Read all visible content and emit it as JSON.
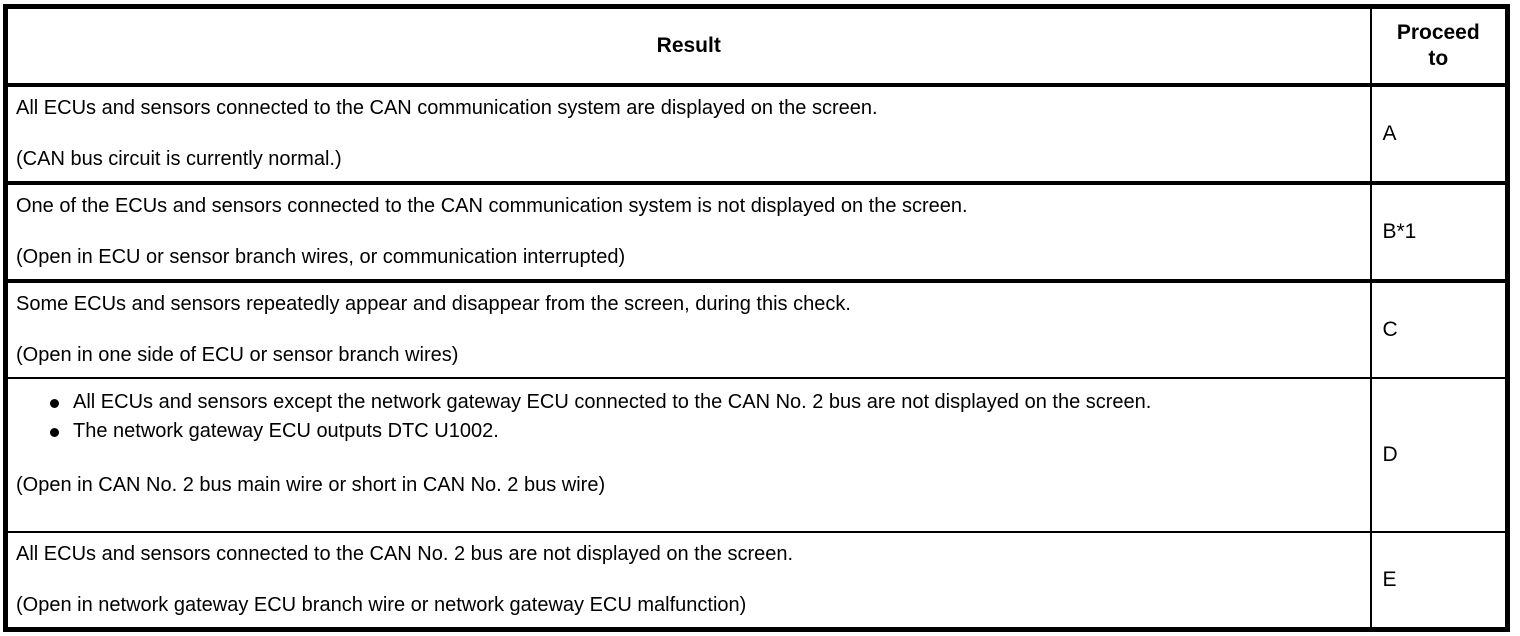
{
  "table": {
    "headers": {
      "result": "Result",
      "proceed_line1": "Proceed",
      "proceed_line2": "to"
    },
    "rows": [
      {
        "id": "row-a",
        "type": "text",
        "lines": [
          "All ECUs and sensors connected to the CAN communication system are displayed on the screen.",
          "(CAN bus circuit is currently normal.)"
        ],
        "proceed": "A"
      },
      {
        "id": "row-b",
        "type": "text",
        "lines": [
          "One of the ECUs and sensors connected to the CAN communication system is not displayed on the screen.",
          "(Open in ECU or sensor branch wires, or communication interrupted)"
        ],
        "proceed": "B*1"
      },
      {
        "id": "row-c",
        "type": "text",
        "lines": [
          "Some ECUs and sensors repeatedly appear and disappear from the screen, during this check.",
          "(Open in one side of ECU or sensor branch wires)"
        ],
        "proceed": "C"
      },
      {
        "id": "row-d",
        "type": "bullets",
        "bullets": [
          "All ECUs and sensors except the network gateway ECU connected to the CAN No. 2 bus are not displayed on the screen.",
          "The network gateway ECU outputs DTC U1002."
        ],
        "note": "(Open in CAN No. 2 bus main wire or short in CAN No. 2 bus wire)",
        "proceed": "D"
      },
      {
        "id": "row-e",
        "type": "text",
        "lines": [
          "All ECUs and sensors connected to the CAN No. 2 bus are not displayed on the screen.",
          "(Open in network gateway ECU branch wire or network gateway ECU malfunction)"
        ],
        "proceed": "E"
      }
    ]
  }
}
